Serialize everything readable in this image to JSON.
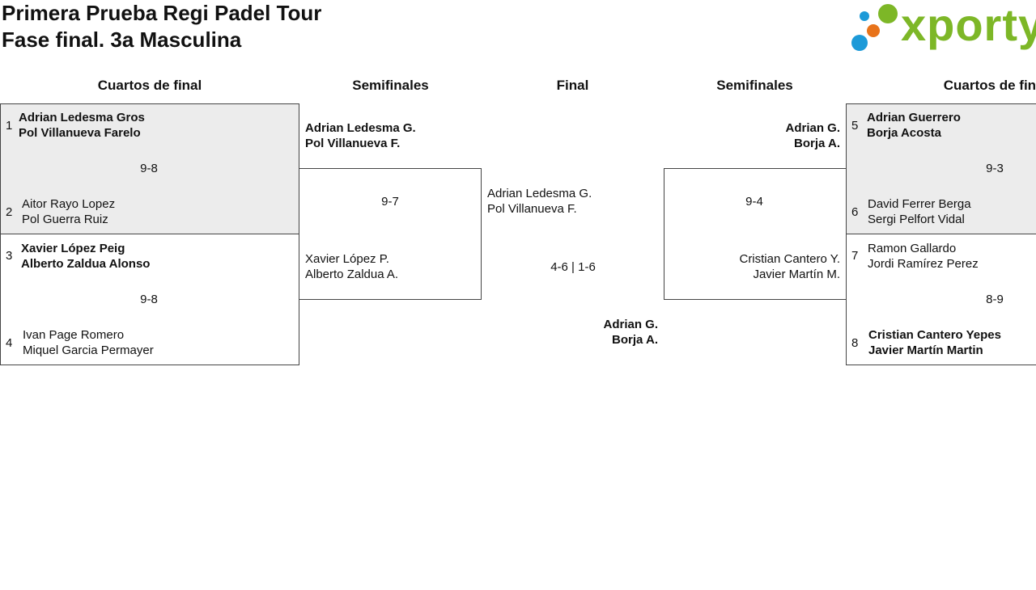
{
  "header": {
    "title_line1": "Primera Prueba Regi Padel Tour",
    "title_line2": "Fase final. 3a Masculina"
  },
  "logo": {
    "text": "xporty",
    "colors": {
      "green": "#7db727",
      "blue": "#1d9ad8",
      "orange": "#e8731a"
    }
  },
  "rounds": {
    "left_quarters": "Cuartos de final",
    "left_semis": "Semifinales",
    "final": "Final",
    "right_semis": "Semifinales",
    "right_quarters": "Cuartos de final"
  },
  "quarterfinals_left": [
    {
      "team1": {
        "seed": "1",
        "p1": "Adrian Ledesma Gros",
        "p2": "Pol Villanueva Farelo"
      },
      "score": "9-8",
      "team2": {
        "seed": "2",
        "p1": "Aitor Rayo Lopez",
        "p2": "Pol Guerra Ruiz"
      }
    },
    {
      "team1": {
        "seed": "3",
        "p1": "Xavier López Peig",
        "p2": "Alberto Zaldua Alonso"
      },
      "score": "9-8",
      "team2": {
        "seed": "4",
        "p1": "Ivan Page Romero",
        "p2": "Miquel Garcia Permayer"
      }
    }
  ],
  "quarterfinals_right": [
    {
      "team1": {
        "seed": "5",
        "p1": "Adrian Guerrero",
        "p2": "Borja Acosta"
      },
      "score": "9-3",
      "team2": {
        "seed": "6",
        "p1": "David Ferrer Berga",
        "p2": "Sergi Pelfort Vidal"
      }
    },
    {
      "team1": {
        "seed": "7",
        "p1": "Ramon Gallardo",
        "p2": "Jordi Ramírez Perez"
      },
      "score": "8-9",
      "team2": {
        "seed": "8",
        "p1": "Cristian Cantero Yepes",
        "p2": "Javier Martín Martin"
      }
    }
  ],
  "semifinal_left": {
    "team1": {
      "p1": "Adrian Ledesma G.",
      "p2": "Pol Villanueva F."
    },
    "score": "9-7",
    "team2": {
      "p1": "Xavier López P.",
      "p2": "Alberto Zaldua A."
    }
  },
  "semifinal_right": {
    "team1": {
      "p1": "Adrian G.",
      "p2": "Borja A."
    },
    "score": "9-4",
    "team2": {
      "p1": "Cristian Cantero Y.",
      "p2": "Javier Martín M."
    }
  },
  "final": {
    "team1": {
      "p1": "Adrian Ledesma G.",
      "p2": "Pol Villanueva F."
    },
    "score": "4-6 | 1-6",
    "champion": {
      "p1": "Adrian G.",
      "p2": "Borja A."
    }
  }
}
